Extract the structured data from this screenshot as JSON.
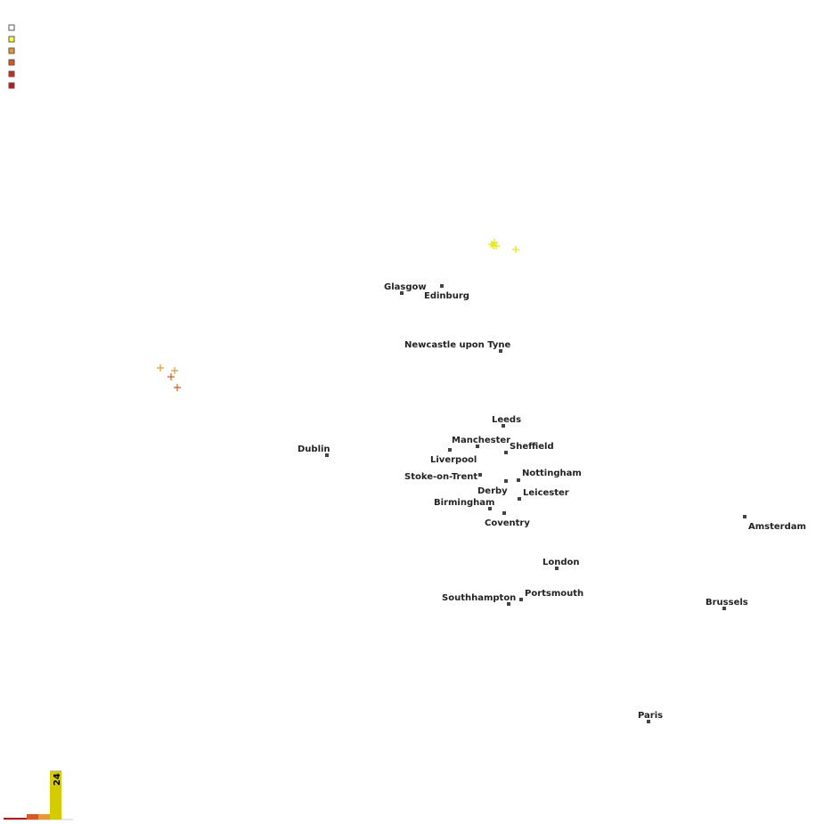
{
  "legend": {
    "swatches": [
      {
        "color": "#ffffff"
      },
      {
        "color": "#ffff33"
      },
      {
        "color": "#e89a2a"
      },
      {
        "color": "#e0551e"
      },
      {
        "color": "#d6261c"
      },
      {
        "color": "#c41414"
      }
    ]
  },
  "cities": [
    {
      "name": "Glasgow"
    },
    {
      "name": "Edinburg"
    },
    {
      "name": "Newcastle upon Tyne"
    },
    {
      "name": "Leeds"
    },
    {
      "name": "Manchester"
    },
    {
      "name": "Sheffield"
    },
    {
      "name": "Liverpool"
    },
    {
      "name": "Dublin"
    },
    {
      "name": "Stoke-on-Trent"
    },
    {
      "name": "Nottingham"
    },
    {
      "name": "Derby"
    },
    {
      "name": "Leicester"
    },
    {
      "name": "Birmingham"
    },
    {
      "name": "Coventry"
    },
    {
      "name": "Amsterdam"
    },
    {
      "name": "London"
    },
    {
      "name": "Southhampton"
    },
    {
      "name": "Portsmouth"
    },
    {
      "name": "Brussels"
    },
    {
      "name": "Paris"
    }
  ],
  "event_markers": {
    "north_sea_cluster_color": "#e6e600",
    "irish_sea_cluster_colors": [
      "#e89a2a",
      "#d85c1a"
    ]
  },
  "histogram": {
    "bars": [
      {
        "color": "#c41414",
        "value": null
      },
      {
        "color": "#e0551e",
        "value": null
      },
      {
        "color": "#e89a2a",
        "value": null
      },
      {
        "color": "#d4cc00",
        "value": 24
      }
    ],
    "label": "24"
  }
}
